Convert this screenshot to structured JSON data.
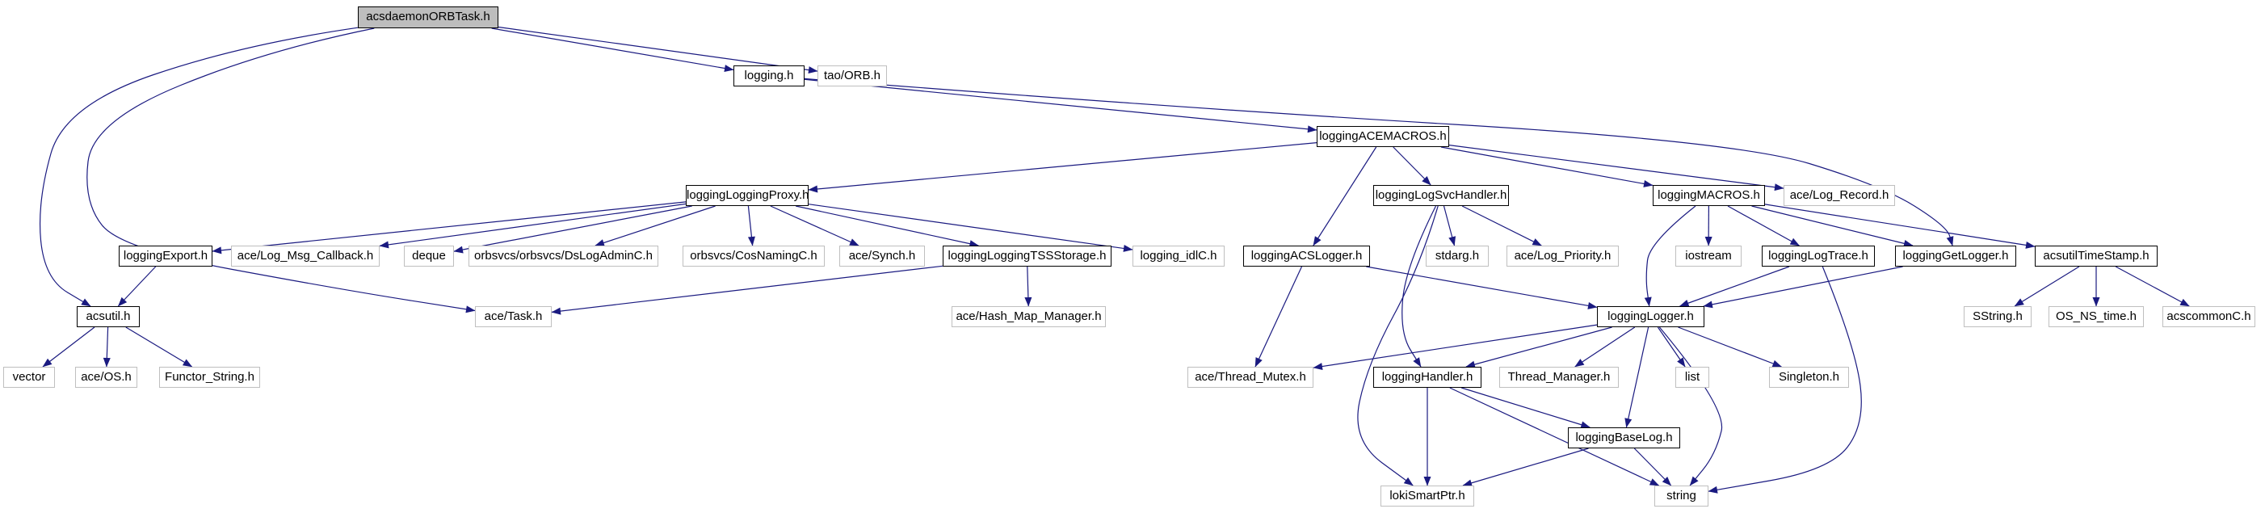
{
  "diagram": {
    "title": "acsdaemonORBTask.h include dependency graph",
    "colors": {
      "edge": "#1a1a80",
      "internal_border": "#000000",
      "external_border": "#bfbfbf",
      "root_fill": "#bdbdbd",
      "node_fill": "#ffffff",
      "text": "#000000",
      "background": "#ffffff"
    },
    "nodes": [
      {
        "id": "root",
        "label": "acsdaemonORBTask.h",
        "kind": "root"
      },
      {
        "id": "logging",
        "label": "logging.h",
        "kind": "internal"
      },
      {
        "id": "taoorb",
        "label": "tao/ORB.h",
        "kind": "external"
      },
      {
        "id": "acemacros",
        "label": "loggingACEMACROS.h",
        "kind": "internal"
      },
      {
        "id": "proxy",
        "label": "loggingLoggingProxy.h",
        "kind": "internal"
      },
      {
        "id": "logsvc",
        "label": "loggingLogSvcHandler.h",
        "kind": "internal"
      },
      {
        "id": "macros",
        "label": "loggingMACROS.h",
        "kind": "internal"
      },
      {
        "id": "logrecord",
        "label": "ace/Log_Record.h",
        "kind": "external"
      },
      {
        "id": "export",
        "label": "loggingExport.h",
        "kind": "internal"
      },
      {
        "id": "callback",
        "label": "ace/Log_Msg_Callback.h",
        "kind": "external"
      },
      {
        "id": "deque",
        "label": "deque",
        "kind": "external"
      },
      {
        "id": "dslogadmin",
        "label": "orbsvcs/orbsvcs/DsLogAdminC.h",
        "kind": "external"
      },
      {
        "id": "cosnaming",
        "label": "orbsvcs/CosNamingC.h",
        "kind": "external"
      },
      {
        "id": "synch",
        "label": "ace/Synch.h",
        "kind": "external"
      },
      {
        "id": "tss",
        "label": "loggingLoggingTSSStorage.h",
        "kind": "internal"
      },
      {
        "id": "idlc",
        "label": "logging_idlC.h",
        "kind": "external"
      },
      {
        "id": "acslogger",
        "label": "loggingACSLogger.h",
        "kind": "internal"
      },
      {
        "id": "stdarg",
        "label": "stdarg.h",
        "kind": "external"
      },
      {
        "id": "logpriority",
        "label": "ace/Log_Priority.h",
        "kind": "external"
      },
      {
        "id": "iostream",
        "label": "iostream",
        "kind": "external"
      },
      {
        "id": "logtrace",
        "label": "loggingLogTrace.h",
        "kind": "internal"
      },
      {
        "id": "getlogger",
        "label": "loggingGetLogger.h",
        "kind": "internal"
      },
      {
        "id": "timestamp",
        "label": "acsutilTimeStamp.h",
        "kind": "internal"
      },
      {
        "id": "acsutil",
        "label": "acsutil.h",
        "kind": "internal"
      },
      {
        "id": "acetask",
        "label": "ace/Task.h",
        "kind": "external"
      },
      {
        "id": "hashmap",
        "label": "ace/Hash_Map_Manager.h",
        "kind": "external"
      },
      {
        "id": "logger",
        "label": "loggingLogger.h",
        "kind": "internal"
      },
      {
        "id": "sstring",
        "label": "SString.h",
        "kind": "external"
      },
      {
        "id": "osnstime",
        "label": "OS_NS_time.h",
        "kind": "external"
      },
      {
        "id": "acscommon",
        "label": "acscommonC.h",
        "kind": "external"
      },
      {
        "id": "vector",
        "label": "vector",
        "kind": "external"
      },
      {
        "id": "aceos",
        "label": "ace/OS.h",
        "kind": "external"
      },
      {
        "id": "functor",
        "label": "Functor_String.h",
        "kind": "external"
      },
      {
        "id": "threadmutex",
        "label": "ace/Thread_Mutex.h",
        "kind": "external"
      },
      {
        "id": "handler",
        "label": "loggingHandler.h",
        "kind": "internal"
      },
      {
        "id": "threadmanager",
        "label": "Thread_Manager.h",
        "kind": "external"
      },
      {
        "id": "list",
        "label": "list",
        "kind": "external"
      },
      {
        "id": "singleton",
        "label": "Singleton.h",
        "kind": "external"
      },
      {
        "id": "baselog",
        "label": "loggingBaseLog.h",
        "kind": "internal"
      },
      {
        "id": "lokismartptr",
        "label": "lokiSmartPtr.h",
        "kind": "external"
      },
      {
        "id": "string",
        "label": "string",
        "kind": "external"
      }
    ],
    "edges": [
      {
        "from": "root",
        "to": "logging"
      },
      {
        "from": "root",
        "to": "taoorb"
      },
      {
        "from": "root",
        "to": "acsutil"
      },
      {
        "from": "root",
        "to": "acetask"
      },
      {
        "from": "logging",
        "to": "acemacros"
      },
      {
        "from": "logging",
        "to": "getlogger"
      },
      {
        "from": "acemacros",
        "to": "proxy"
      },
      {
        "from": "acemacros",
        "to": "logsvc"
      },
      {
        "from": "acemacros",
        "to": "macros"
      },
      {
        "from": "acemacros",
        "to": "logrecord"
      },
      {
        "from": "acemacros",
        "to": "acslogger"
      },
      {
        "from": "proxy",
        "to": "export"
      },
      {
        "from": "proxy",
        "to": "callback"
      },
      {
        "from": "proxy",
        "to": "deque"
      },
      {
        "from": "proxy",
        "to": "dslogadmin"
      },
      {
        "from": "proxy",
        "to": "cosnaming"
      },
      {
        "from": "proxy",
        "to": "synch"
      },
      {
        "from": "proxy",
        "to": "tss"
      },
      {
        "from": "proxy",
        "to": "idlc"
      },
      {
        "from": "logsvc",
        "to": "stdarg"
      },
      {
        "from": "logsvc",
        "to": "logpriority"
      },
      {
        "from": "logsvc",
        "to": "handler"
      },
      {
        "from": "logsvc",
        "to": "lokismartptr"
      },
      {
        "from": "macros",
        "to": "iostream"
      },
      {
        "from": "macros",
        "to": "logtrace"
      },
      {
        "from": "macros",
        "to": "getlogger"
      },
      {
        "from": "macros",
        "to": "timestamp"
      },
      {
        "from": "macros",
        "to": "logger"
      },
      {
        "from": "tss",
        "to": "hashmap"
      },
      {
        "from": "tss",
        "to": "acetask"
      },
      {
        "from": "export",
        "to": "acsutil"
      },
      {
        "from": "acsutil",
        "to": "vector"
      },
      {
        "from": "acsutil",
        "to": "aceos"
      },
      {
        "from": "acsutil",
        "to": "functor"
      },
      {
        "from": "acslogger",
        "to": "threadmutex"
      },
      {
        "from": "acslogger",
        "to": "logger"
      },
      {
        "from": "logtrace",
        "to": "logger"
      },
      {
        "from": "logtrace",
        "to": "string"
      },
      {
        "from": "getlogger",
        "to": "logger"
      },
      {
        "from": "timestamp",
        "to": "sstring"
      },
      {
        "from": "timestamp",
        "to": "osnstime"
      },
      {
        "from": "timestamp",
        "to": "acscommon"
      },
      {
        "from": "logger",
        "to": "threadmutex"
      },
      {
        "from": "logger",
        "to": "handler"
      },
      {
        "from": "logger",
        "to": "threadmanager"
      },
      {
        "from": "logger",
        "to": "list"
      },
      {
        "from": "logger",
        "to": "singleton"
      },
      {
        "from": "logger",
        "to": "baselog"
      },
      {
        "from": "logger",
        "to": "string"
      },
      {
        "from": "handler",
        "to": "lokismartptr"
      },
      {
        "from": "handler",
        "to": "baselog"
      },
      {
        "from": "handler",
        "to": "string"
      },
      {
        "from": "baselog",
        "to": "lokismartptr"
      },
      {
        "from": "baselog",
        "to": "string"
      }
    ]
  }
}
